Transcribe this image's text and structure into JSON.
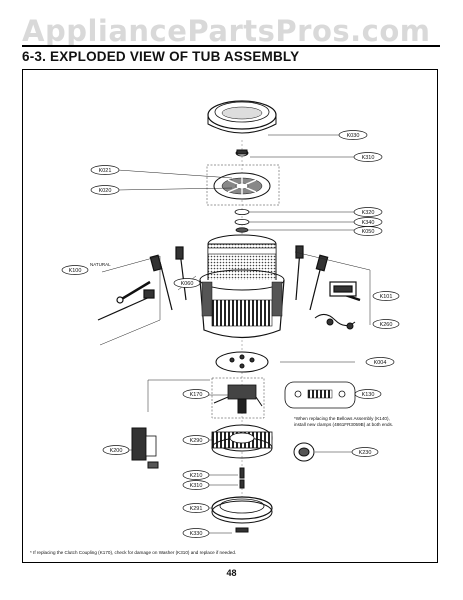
{
  "watermark": "AppliancePartsPros.com",
  "section_title": "6-3. EXPLODED VIEW OF TUB ASSEMBLY",
  "page_number": "48",
  "callouts": {
    "k030": "K030",
    "k310_top": "K310",
    "k021": "K021",
    "k020": "K020",
    "k320": "K320",
    "k340": "K340",
    "k050": "K050",
    "k100": "K100",
    "k060": "K060",
    "k101": "K101",
    "k260": "K260",
    "k004": "K004",
    "k170": "K170",
    "k130": "K130",
    "k200": "K200",
    "k290": "K290",
    "k230": "K230",
    "k210": "K210",
    "k310_bottom": "K310",
    "k291": "K291",
    "k330": "K330"
  },
  "natural_label": "NATURAL",
  "bellows_note": {
    "line1": "*When replacing the Bellows Assembly (K140),",
    "line2": "install new clamps (4861FR3059B) at both ends."
  },
  "footnote": "* If replacing the Clutch Coupling (K170), check for damage on Washer (K310) and replace if needed."
}
